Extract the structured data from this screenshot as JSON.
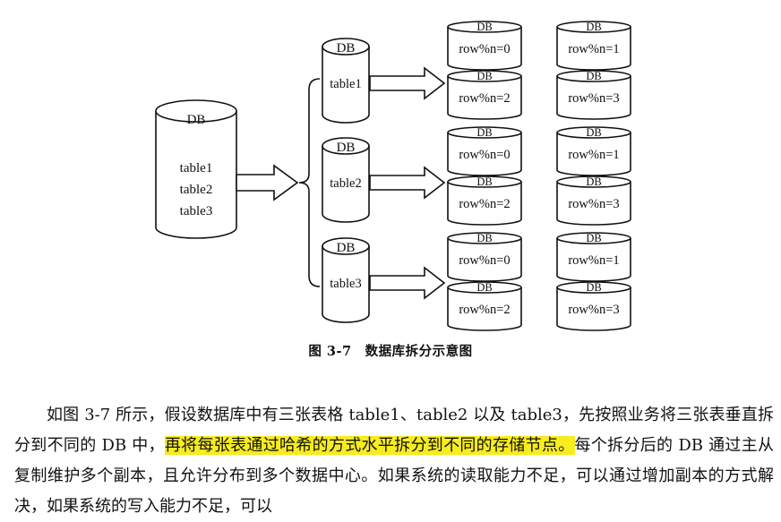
{
  "diagram": {
    "source": {
      "title": "DB",
      "tables": [
        "table1",
        "table2",
        "table3"
      ]
    },
    "middle": [
      {
        "title": "DB",
        "table": "table1"
      },
      {
        "title": "DB",
        "table": "table2"
      },
      {
        "title": "DB",
        "table": "table3"
      }
    ],
    "shards": [
      [
        {
          "title": "DB",
          "label": "row%n=0"
        },
        {
          "title": "DB",
          "label": "row%n=1"
        },
        {
          "title": "DB",
          "label": "row%n=2"
        },
        {
          "title": "DB",
          "label": "row%n=3"
        }
      ],
      [
        {
          "title": "DB",
          "label": "row%n=0"
        },
        {
          "title": "DB",
          "label": "row%n=1"
        },
        {
          "title": "DB",
          "label": "row%n=2"
        },
        {
          "title": "DB",
          "label": "row%n=3"
        }
      ],
      [
        {
          "title": "DB",
          "label": "row%n=0"
        },
        {
          "title": "DB",
          "label": "row%n=1"
        },
        {
          "title": "DB",
          "label": "row%n=2"
        },
        {
          "title": "DB",
          "label": "row%n=3"
        }
      ]
    ]
  },
  "caption": "图 3-7　数据库拆分示意图",
  "paragraph": {
    "before": "如图 3-7 所示，假设数据库中有三张表格 table1、table2 以及 table3，先按照业务将三张表垂直拆分到不同的 DB 中，",
    "highlight": "再将每张表通过哈希的方式水平拆分到不同的存储节点。",
    "after": "每个拆分后的 DB 通过主从复制维护多个副本，且允许分布到多个数据中心。如果系统的读取能力不足，可以通过增加副本的方式解决，如果系统的写入能力不足，可以"
  },
  "colors": {
    "highlight": "#f6ec1e",
    "ink": "#111111"
  }
}
